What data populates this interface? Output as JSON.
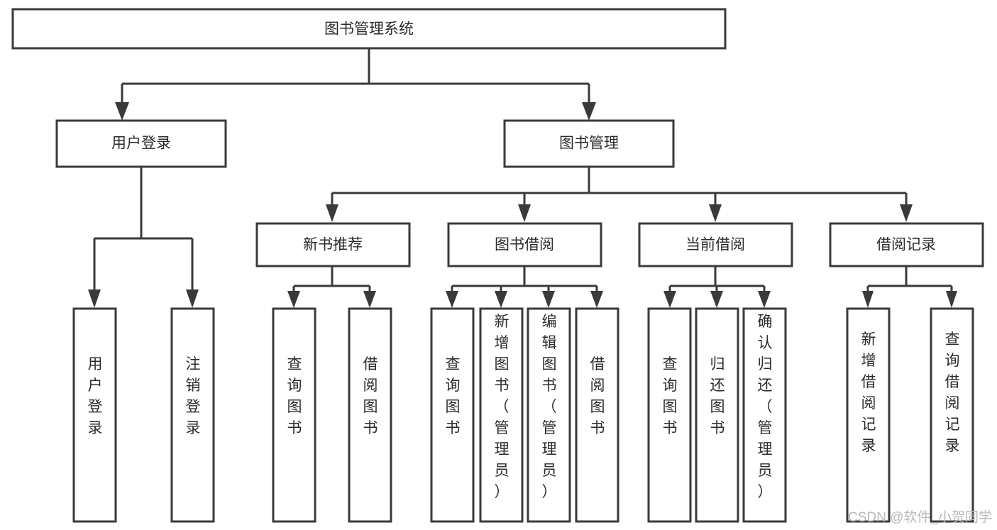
{
  "diagram": {
    "title": "图书管理系统",
    "type": "tree-hierarchy-chart",
    "root": {
      "id": "root",
      "label": "图书管理系统"
    },
    "level2": [
      {
        "id": "user-login",
        "label": "用户登录"
      },
      {
        "id": "book-management",
        "label": "图书管理"
      }
    ],
    "level3": [
      {
        "id": "new-book-recommend",
        "label": "新书推荐",
        "parent": "book-management"
      },
      {
        "id": "book-borrow",
        "label": "图书借阅",
        "parent": "book-management"
      },
      {
        "id": "current-borrow",
        "label": "当前借阅",
        "parent": "book-management"
      },
      {
        "id": "borrow-record",
        "label": "借阅记录",
        "parent": "book-management"
      }
    ],
    "leaves": {
      "user-login": [
        {
          "id": "leaf-user-login",
          "label": "用户登录"
        },
        {
          "id": "leaf-logout",
          "label": "注销登录"
        }
      ],
      "new-book-recommend": [
        {
          "id": "leaf-query-book-1",
          "label": "查询图书"
        },
        {
          "id": "leaf-borrow-book-1",
          "label": "借阅图书"
        }
      ],
      "book-borrow": [
        {
          "id": "leaf-query-book-2",
          "label": "查询图书"
        },
        {
          "id": "leaf-add-book",
          "label": "新增图书（管理员）"
        },
        {
          "id": "leaf-edit-book",
          "label": "编辑图书（管理员）"
        },
        {
          "id": "leaf-borrow-book-2",
          "label": "借阅图书"
        }
      ],
      "current-borrow": [
        {
          "id": "leaf-query-book-3",
          "label": "查询图书"
        },
        {
          "id": "leaf-return-book",
          "label": "归还图书"
        },
        {
          "id": "leaf-confirm-return",
          "label": "确认归还（管理员）"
        }
      ],
      "borrow-record": [
        {
          "id": "leaf-add-record",
          "label": "新增借阅记录"
        },
        {
          "id": "leaf-query-record",
          "label": "查询借阅记录"
        }
      ]
    }
  },
  "watermark": {
    "text": "CSDN @软件_小贺同学"
  },
  "colors": {
    "stroke": "#3a3a3a",
    "fill": "#ffffff",
    "text": "#2b2b2b",
    "watermark": "#b9b9b9"
  }
}
